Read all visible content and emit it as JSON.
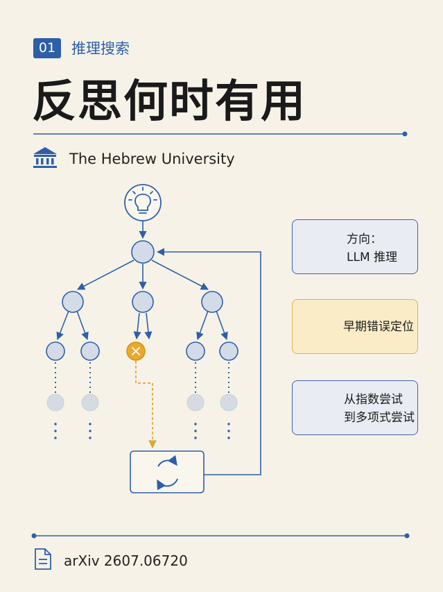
{
  "header": {
    "badge": "01",
    "section": "推理搜索",
    "title": "反思何时有用"
  },
  "affiliation": {
    "icon": "institution-icon",
    "name": "The Hebrew University"
  },
  "diagram": {
    "root_icon": "lightbulb-icon",
    "failed_node_icon": "x-icon",
    "loop_icon": "refresh-cycle-icon"
  },
  "cards": [
    {
      "icon": "target-icon",
      "line1": "方向：",
      "line2": "LLM 推理"
    },
    {
      "icon": "magnifier-icon",
      "line1": "早期错误定位"
    },
    {
      "icon": "growth-curve-icon",
      "line1": "从指数尝试",
      "line2": "到多项式尝试"
    }
  ],
  "footer": {
    "icon": "document-icon",
    "arxiv": "arXiv 2607.06720"
  },
  "colors": {
    "background": "#f6f2e7",
    "accent_blue": "#2d5fa8",
    "node_fill": "#d3dbe8",
    "error_yellow": "#e8a92c"
  }
}
